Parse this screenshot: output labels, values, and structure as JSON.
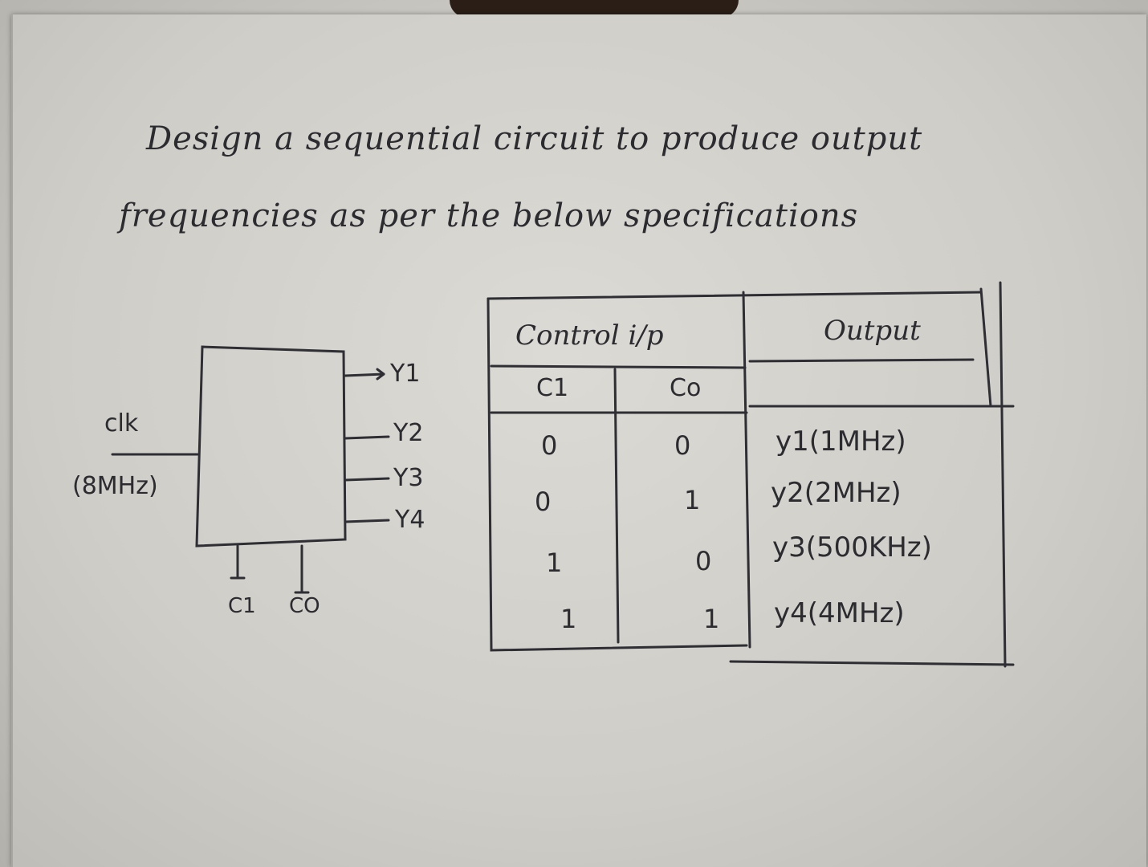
{
  "problem": {
    "line1": "Design a sequential circuit to produce output",
    "line2": "frequencies as per the below specifications"
  },
  "block_diagram": {
    "clk_label": "clk",
    "clk_freq": "(8MHz)",
    "outputs": [
      "Y1",
      "Y2",
      "Y3",
      "Y4"
    ],
    "control_inputs": [
      "C1",
      "CO"
    ]
  },
  "table": {
    "header_control": "Control i/p",
    "header_output": "Output",
    "sub_c1": "C1",
    "sub_c0": "Co",
    "rows": [
      {
        "c1": "0",
        "c0": "0",
        "output": "y1(1MHz)"
      },
      {
        "c1": "0",
        "c0": "1",
        "output": "y2(2MHz)"
      },
      {
        "c1": "1",
        "c0": "0",
        "output": "y3(500KHz)"
      },
      {
        "c1": "1",
        "c0": "1",
        "output": "y4(4MHz)"
      }
    ]
  }
}
